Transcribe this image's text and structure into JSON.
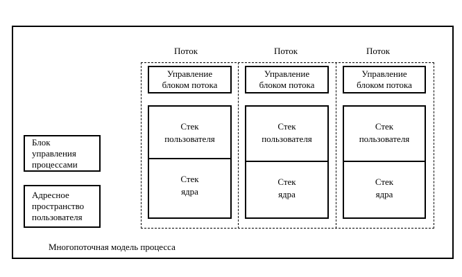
{
  "left_boxes": {
    "process_control_block": "Блок\nуправления\nпроцессами",
    "user_address_space": "Адресное\nпространство\nпользователя"
  },
  "threads": [
    {
      "title": "Поток",
      "tcb": "Управление\nблоком потока",
      "user_stack": "Стек\nпользователя",
      "kernel_stack": "Стек\nядра"
    },
    {
      "title": "Поток",
      "tcb": "Управление\nблоком потока",
      "user_stack": "Стек\nпользователя",
      "kernel_stack": "Стек\nядра"
    },
    {
      "title": "Поток",
      "tcb": "Управление\nблоком потока",
      "user_stack": "Стек\nпользователя",
      "kernel_stack": "Стек\nядра"
    }
  ],
  "caption": "Многопоточная модель процесса"
}
